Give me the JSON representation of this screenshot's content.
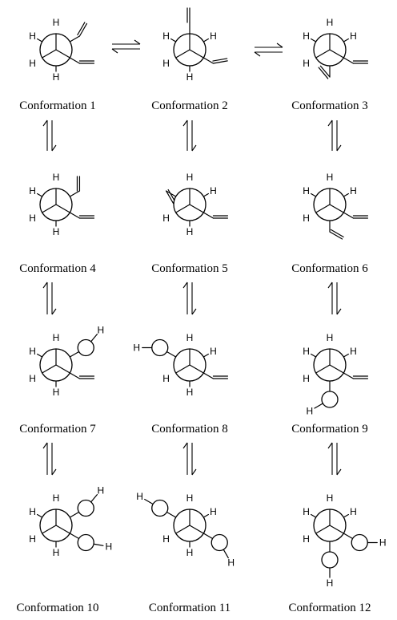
{
  "atom_labels": {
    "hydrogen": "H"
  },
  "conformations": [
    {
      "id": 1,
      "caption": "Conformation 1"
    },
    {
      "id": 2,
      "caption": "Conformation 2"
    },
    {
      "id": 3,
      "caption": "Conformation 3"
    },
    {
      "id": 4,
      "caption": "Conformation 4"
    },
    {
      "id": 5,
      "caption": "Conformation 5"
    },
    {
      "id": 6,
      "caption": "Conformation 6"
    },
    {
      "id": 7,
      "caption": "Conformation 7"
    },
    {
      "id": 8,
      "caption": "Conformation 8"
    },
    {
      "id": 9,
      "caption": "Conformation 9"
    },
    {
      "id": 10,
      "caption": "Conformation 10"
    },
    {
      "id": 11,
      "caption": "Conformation 11"
    },
    {
      "id": 12,
      "caption": "Conformation 12"
    }
  ],
  "equilibria": [
    {
      "from": 1,
      "to": 2
    },
    {
      "from": 2,
      "to": 3
    },
    {
      "from": 1,
      "to": 4
    },
    {
      "from": 2,
      "to": 5
    },
    {
      "from": 3,
      "to": 6
    },
    {
      "from": 4,
      "to": 7
    },
    {
      "from": 5,
      "to": 8
    },
    {
      "from": 6,
      "to": 9
    },
    {
      "from": 7,
      "to": 10
    },
    {
      "from": 8,
      "to": 11
    },
    {
      "from": 9,
      "to": 12
    }
  ]
}
